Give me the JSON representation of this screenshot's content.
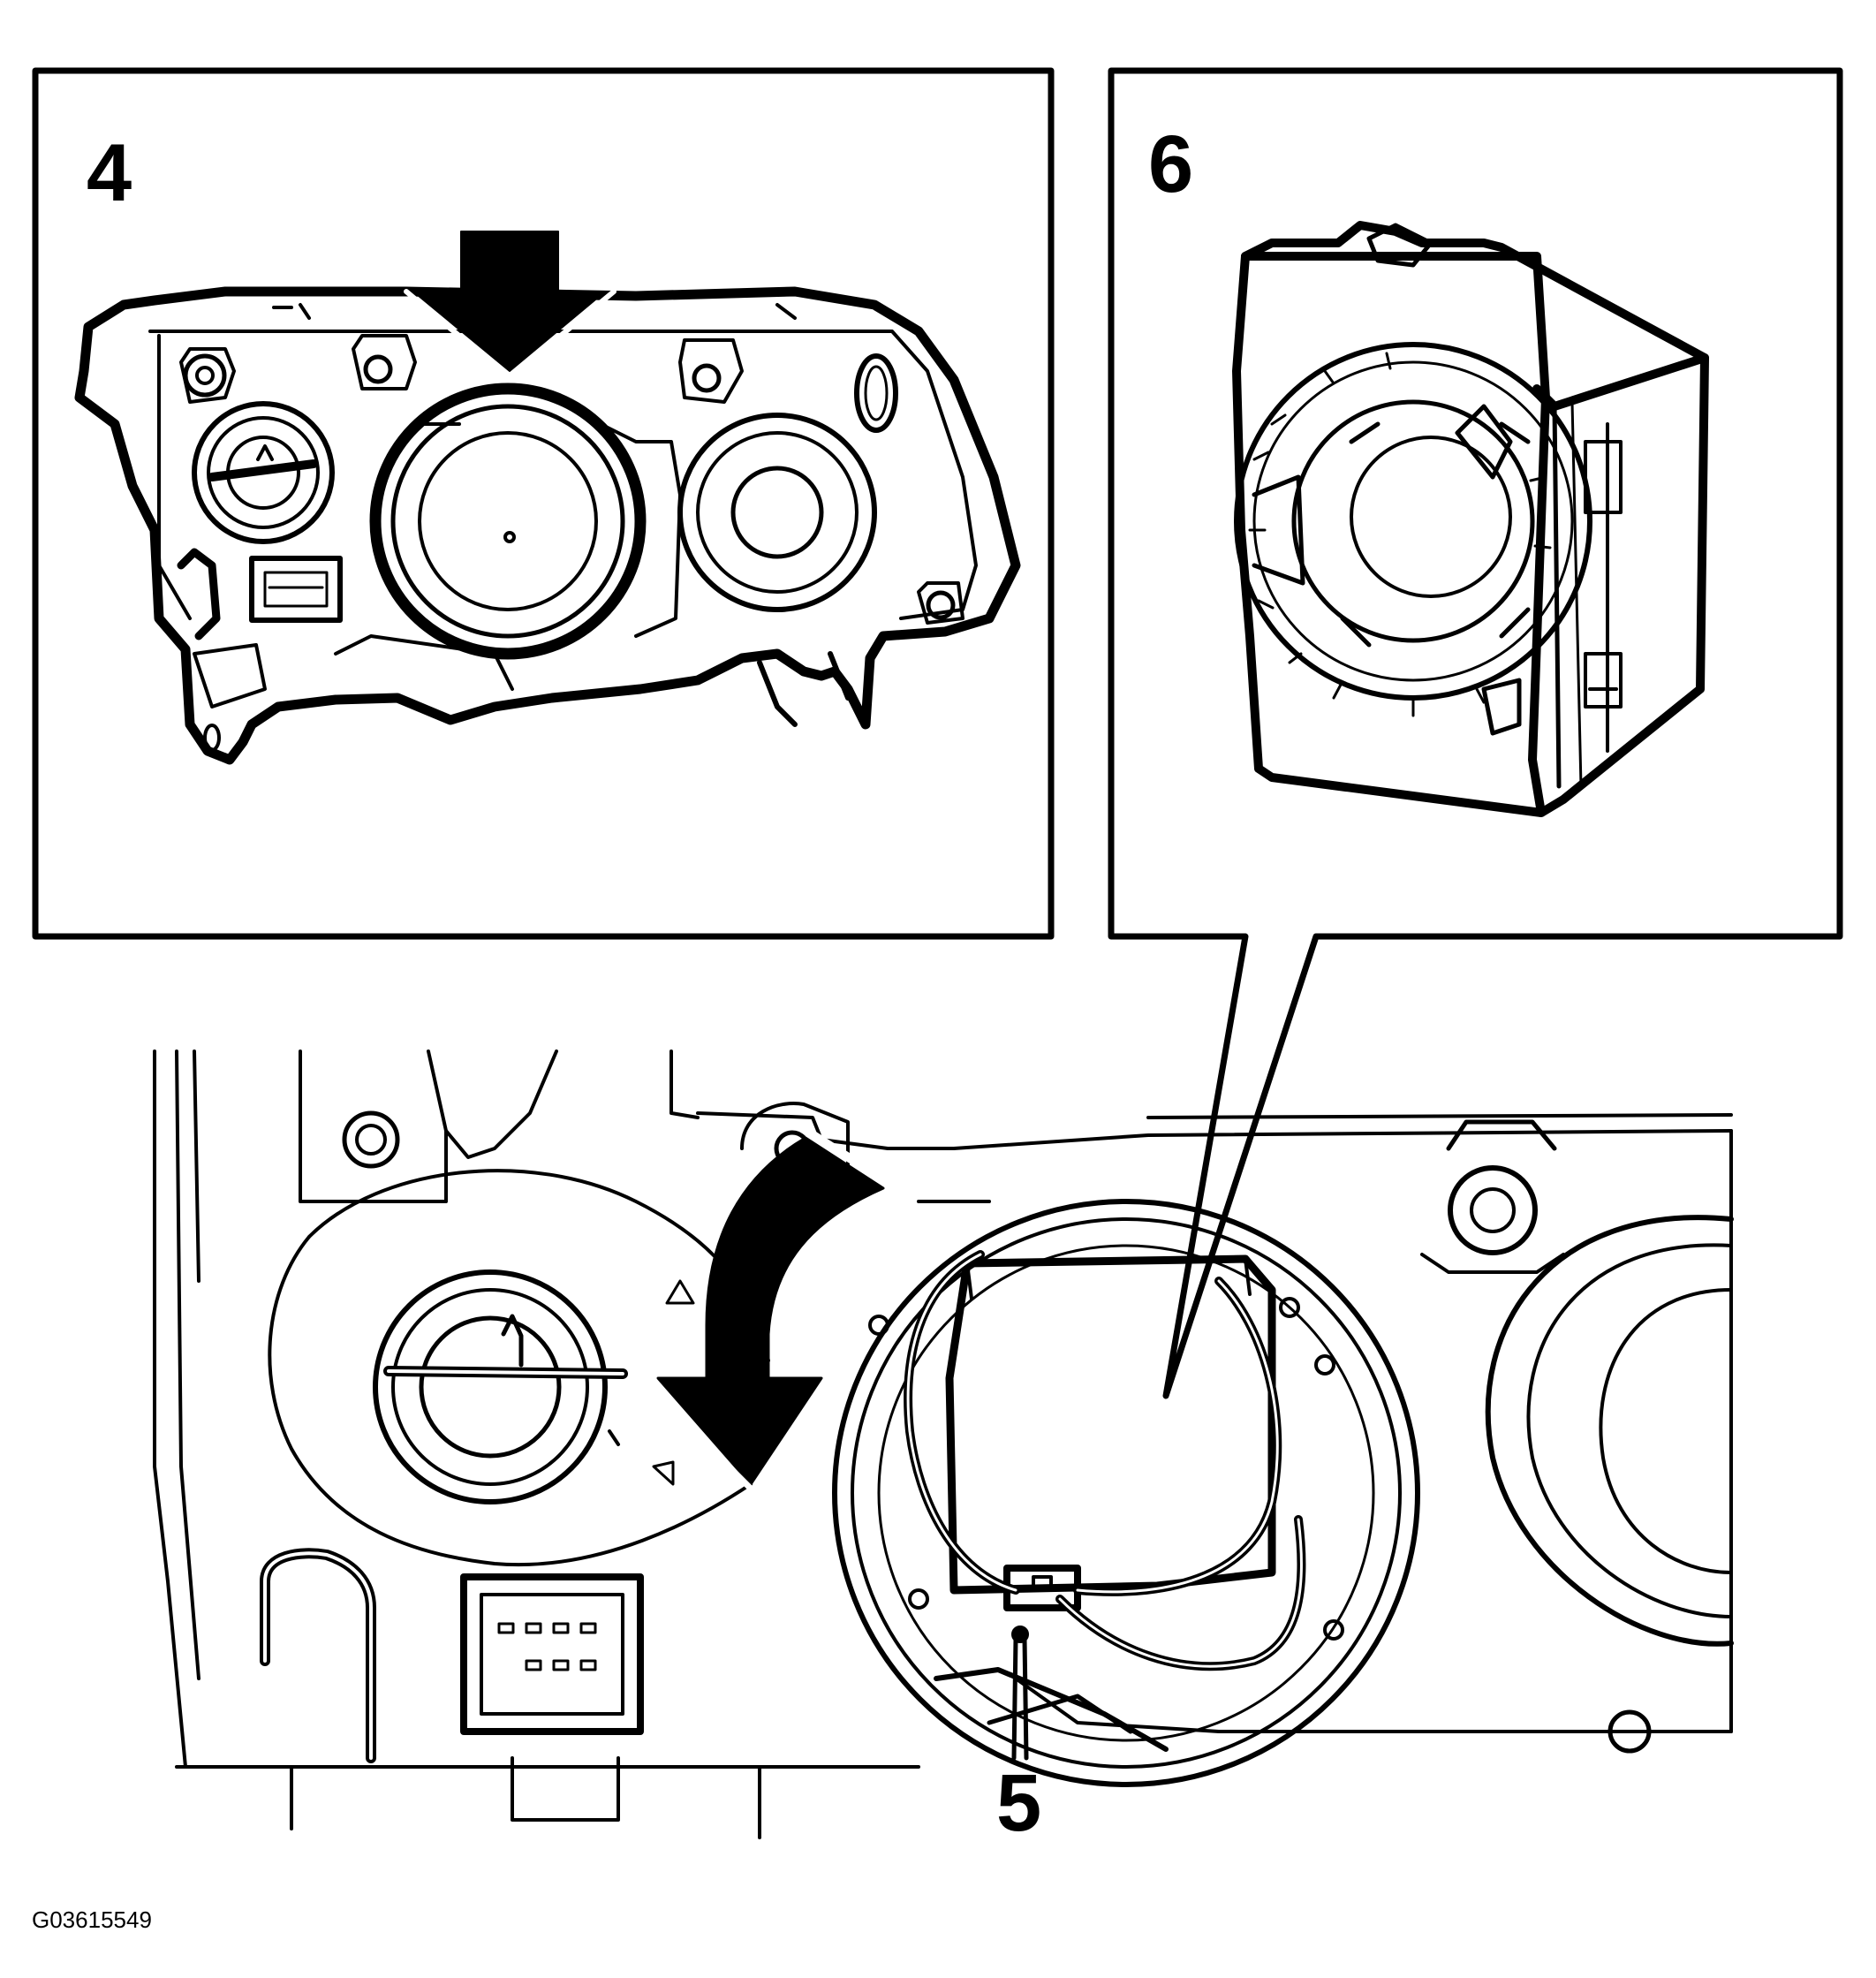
{
  "panels": {
    "top_left": {
      "label": "4"
    },
    "top_right": {
      "label": "6"
    }
  },
  "callouts": {
    "connector": "5"
  },
  "figure_code": "G03615549",
  "colors": {
    "ink": "#000000",
    "paper": "#ffffff"
  }
}
